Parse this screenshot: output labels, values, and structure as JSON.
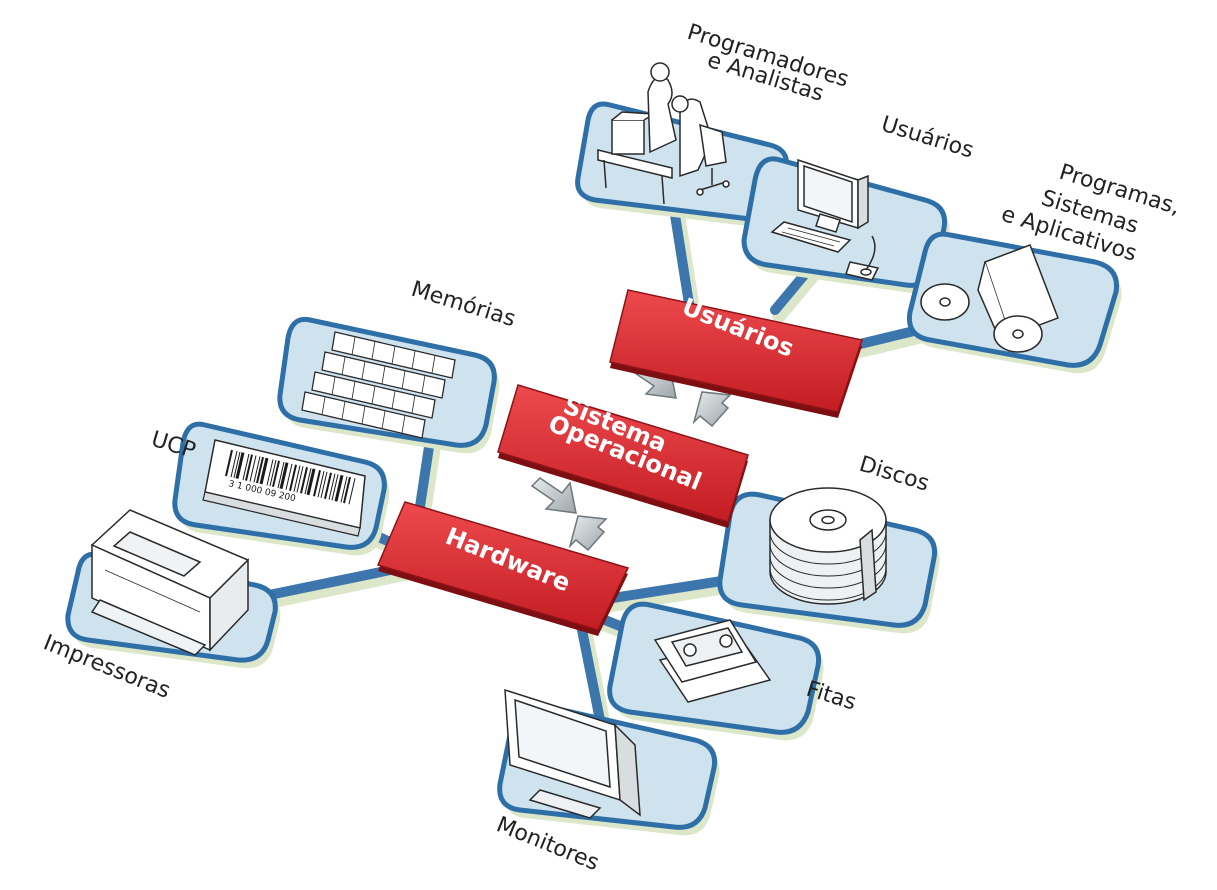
{
  "colors": {
    "platform_fill": "#cfe3ef",
    "platform_stroke": "#2f6fa8",
    "connector": "#3c76ad",
    "block_red": "#d9242b",
    "block_dark": "#7d0f12",
    "arrow_fill": "#cfd4d6"
  },
  "blocks": {
    "usuarios": "Usuários",
    "sistema_line1": "Sistema",
    "sistema_line2": "Operacional",
    "hardware": "Hardware"
  },
  "labels": {
    "programadores_line1": "Programadores",
    "programadores_line2": "e Analistas",
    "usuarios": "Usuários",
    "programas_line1": "Programas,",
    "programas_line2": "Sistemas",
    "programas_line3": "e Aplicativos",
    "memorias": "Memórias",
    "ucp": "UCP",
    "impressoras": "Impressoras",
    "discos": "Discos",
    "fitas": "Fitas",
    "monitores": "Monitores"
  },
  "barcode_number": "3 1 000 09 200"
}
